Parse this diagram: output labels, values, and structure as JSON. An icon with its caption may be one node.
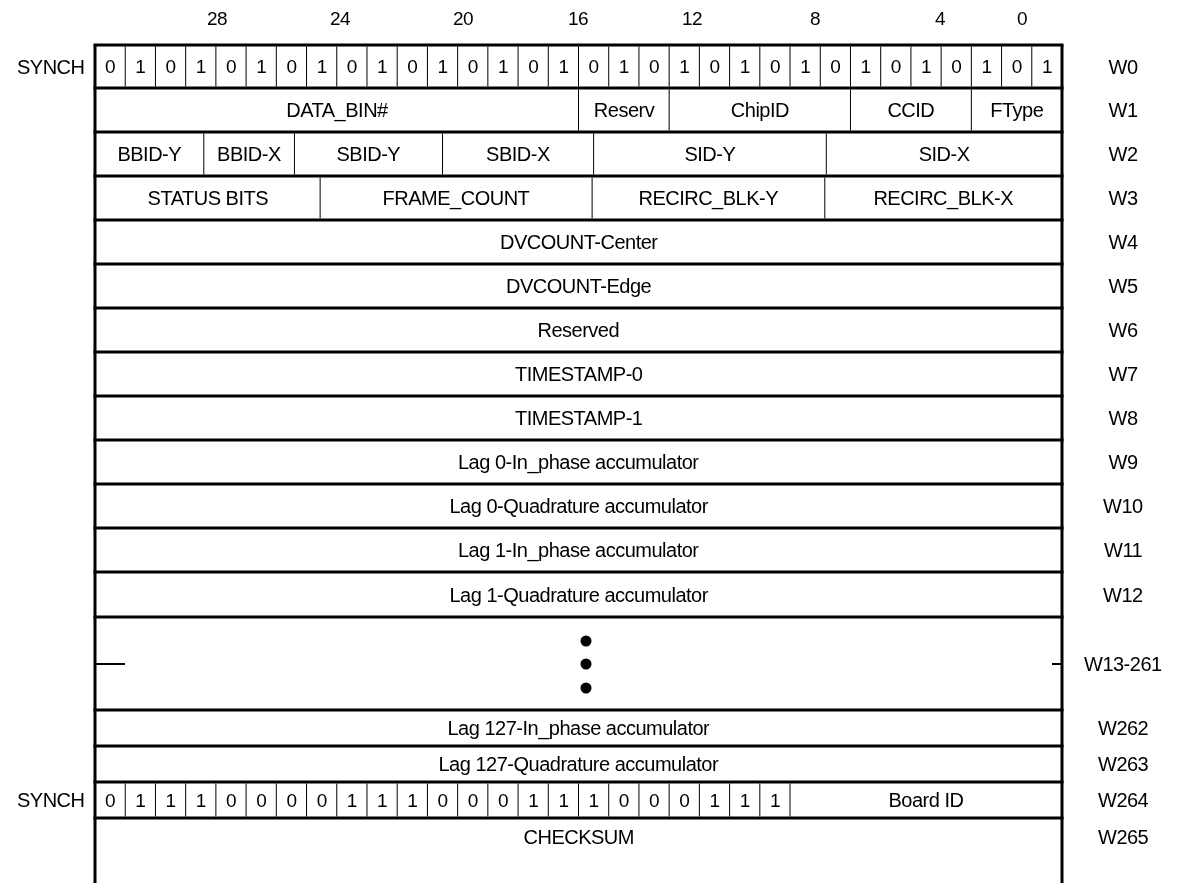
{
  "diagram": {
    "labels": [
      "28",
      "24",
      "20",
      "16",
      "12",
      "8",
      "4",
      "0",
      "SYNCH",
      "0",
      "1",
      "0",
      "1",
      "0",
      "1",
      "0",
      "1",
      "0",
      "1",
      "0",
      "1",
      "0",
      "1",
      "0",
      "1",
      "0",
      "1",
      "0",
      "1",
      "0",
      "1",
      "0",
      "1",
      "0",
      "1",
      "0",
      "1",
      "0",
      "1",
      "0",
      "1",
      "W0",
      "DATA_BIN#",
      "Reserv",
      "ChipID",
      "CCID",
      "FType",
      "W1",
      "BBID-Y",
      "BBID-X",
      "SBID-Y",
      "SBID-X",
      "SID-Y",
      "SID-X",
      "W2",
      "STATUS BITS",
      "FRAME_COUNT",
      "RECIRC_BLK-Y",
      "RECIRC_BLK-X",
      "W3",
      "DVCOUNT-Center",
      "W4",
      "DVCOUNT-Edge",
      "W5",
      "Reserved",
      "W6",
      "TIMESTAMP-0",
      "W7",
      "TIMESTAMP-1",
      "W8",
      "Lag 0-In_phase accumulator",
      "W9",
      "Lag 0-Quadrature accumulator",
      "W10",
      "Lag 1-In_phase accumulator",
      "W11",
      "Lag 1-Quadrature accumulator",
      "W12",
      "W13-261",
      "Lag 127-In_phase accumulator",
      "W262",
      "Lag 127-Quadrature accumulator",
      "W263",
      "SYNCH",
      "0",
      "1",
      "1",
      "1",
      "0",
      "0",
      "0",
      "0",
      "1",
      "1",
      "1",
      "0",
      "0",
      "0",
      "1",
      "1",
      "1",
      "0",
      "0",
      "0",
      "1",
      "1",
      "1",
      "Board ID",
      "W264",
      "CHECKSUM",
      "W265"
    ]
  }
}
